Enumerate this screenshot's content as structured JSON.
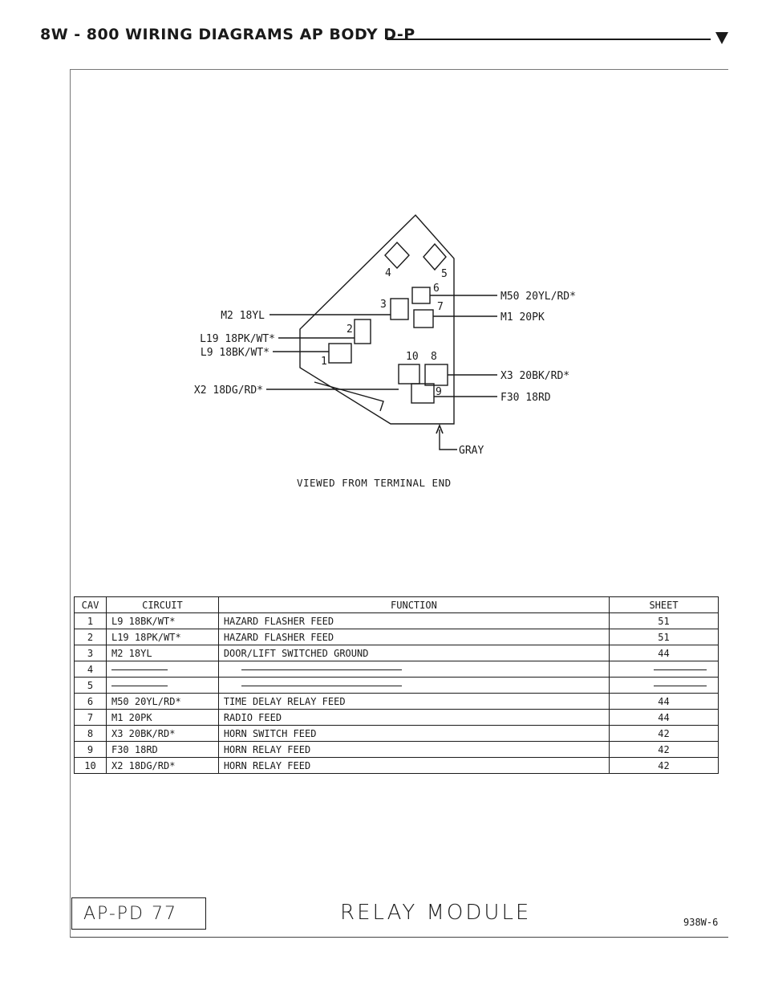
{
  "header": {
    "title": "8W - 800   WIRING DIAGRAMS AP BODY D-P"
  },
  "diagram": {
    "wires_left": [
      {
        "cav": "3",
        "label": "M2 18YL"
      },
      {
        "cav": "2",
        "label": "L19 18PK/WT*"
      },
      {
        "cav": "1",
        "label": "L9 18BK/WT*"
      },
      {
        "cav": "10",
        "label": "X2 18DG/RD*"
      }
    ],
    "wires_right": [
      {
        "cav": "6",
        "label": "M50 20YL/RD*"
      },
      {
        "cav": "7",
        "label": "M1 20PK"
      },
      {
        "cav": "8",
        "label": "X3 20BK/RD*"
      },
      {
        "cav": "9",
        "label": "F30 18RD"
      }
    ],
    "pins": [
      "1",
      "2",
      "3",
      "4",
      "5",
      "6",
      "7",
      "8",
      "9",
      "10"
    ],
    "color_label": "GRAY",
    "view_note": "VIEWED FROM TERMINAL END"
  },
  "table": {
    "headers": [
      "CAV",
      "CIRCUIT",
      "FUNCTION",
      "SHEET"
    ],
    "rows": [
      {
        "cav": "1",
        "circuit": "L9 18BK/WT*",
        "function": "HAZARD FLASHER FEED",
        "sheet": "51"
      },
      {
        "cav": "2",
        "circuit": "L19 18PK/WT*",
        "function": "HAZARD FLASHER FEED",
        "sheet": "51"
      },
      {
        "cav": "3",
        "circuit": "M2 18YL",
        "function": "DOOR/LIFT SWITCHED GROUND",
        "sheet": "44"
      },
      {
        "cav": "4",
        "circuit": "",
        "function": "",
        "sheet": ""
      },
      {
        "cav": "5",
        "circuit": "",
        "function": "",
        "sheet": ""
      },
      {
        "cav": "6",
        "circuit": "M50 20YL/RD*",
        "function": "TIME DELAY RELAY FEED",
        "sheet": "44"
      },
      {
        "cav": "7",
        "circuit": "M1 20PK",
        "function": "RADIO FEED",
        "sheet": "44"
      },
      {
        "cav": "8",
        "circuit": "X3 20BK/RD*",
        "function": "HORN SWITCH FEED",
        "sheet": "42"
      },
      {
        "cav": "9",
        "circuit": "F30 18RD",
        "function": "HORN RELAY FEED",
        "sheet": "42"
      },
      {
        "cav": "10",
        "circuit": "X2 18DG/RD*",
        "function": "HORN RELAY FEED",
        "sheet": "42"
      }
    ]
  },
  "footer": {
    "page_ref": "AP-PD 77",
    "component": "RELAY MODULE",
    "code": "938W-6"
  }
}
